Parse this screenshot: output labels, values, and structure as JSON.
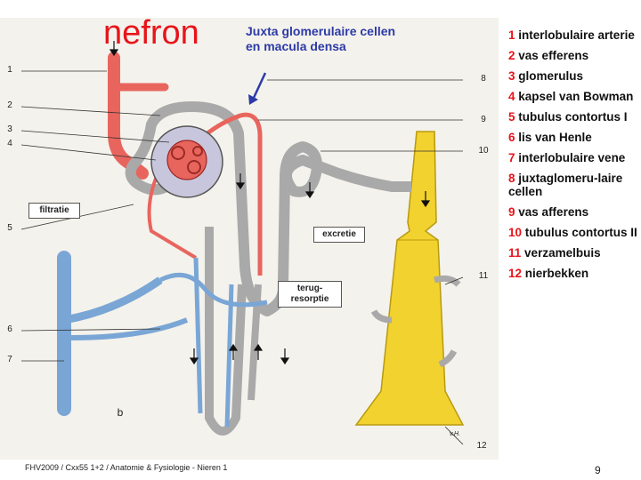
{
  "title": "nefron",
  "callout": {
    "line1": "Juxta glomerulaire cellen",
    "line2": "en macula densa"
  },
  "diagram": {
    "numbers": [
      "1",
      "2",
      "3",
      "4",
      "5",
      "6",
      "7",
      "8",
      "9",
      "10",
      "11",
      "12"
    ],
    "boxes": {
      "filtratie": "filtratie",
      "excretie": "excretie",
      "terug_line1": "terug-",
      "terug_line2": "resorptie"
    },
    "letter": "b",
    "signature": "v.H."
  },
  "legend": [
    {
      "num": "1",
      "text": "interlobulaire arterie"
    },
    {
      "num": "2",
      "text": "vas efferens"
    },
    {
      "num": "3",
      "text": "glomerulus"
    },
    {
      "num": "4",
      "text": "kapsel van Bowman"
    },
    {
      "num": "5",
      "text": "tubulus contortus I"
    },
    {
      "num": "6",
      "text": "lis van Henle"
    },
    {
      "num": "7",
      "text": "interlobulaire vene"
    },
    {
      "num": "8",
      "text": "juxtaglomeru-laire cellen"
    },
    {
      "num": "9",
      "text": "vas afferens"
    },
    {
      "num": "10",
      "text": "tubulus contortus II"
    },
    {
      "num": "11",
      "text": "verzamelbuis"
    },
    {
      "num": "12",
      "text": "nierbekken"
    }
  ],
  "footer": "FHV2009 / Cxx55 1+2 / Anatomie & Fysiologie - Nieren 1",
  "page_number": "9",
  "colors": {
    "artery": "#e8655e",
    "vein": "#7aa6d6",
    "tubule": "#a9a9a9",
    "collecting": "#f2d22e",
    "accent_red": "#e8141b",
    "callout_blue": "#2c3aa8"
  }
}
